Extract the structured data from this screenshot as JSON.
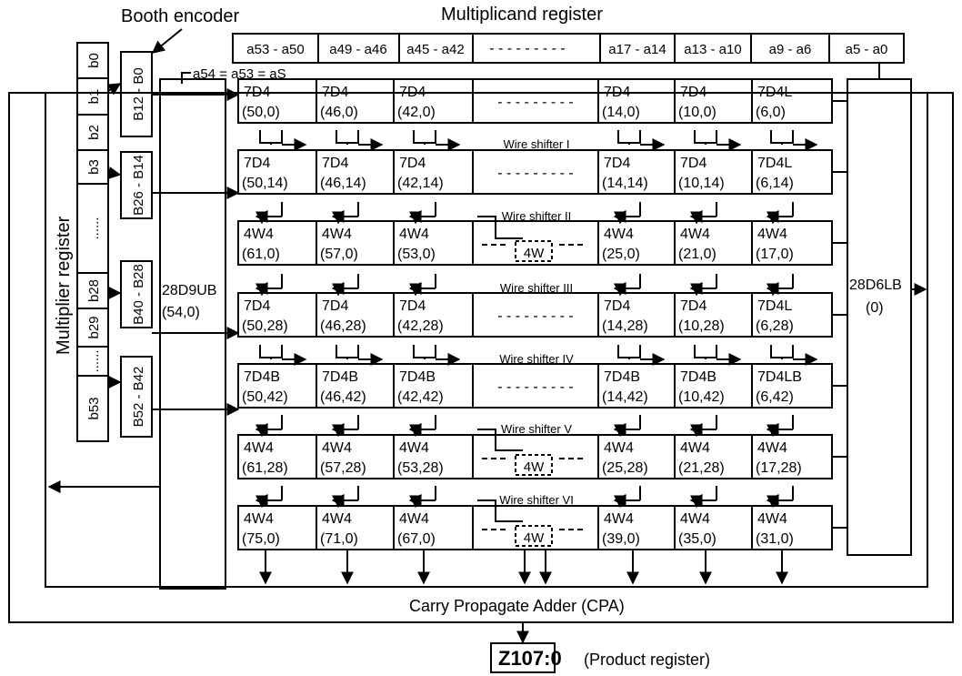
{
  "labels": {
    "booth_encoder": "Booth encoder",
    "multiplicand_register": "Multiplicand register",
    "multiplier_register": "Multiplier register",
    "sign_ext": "a54 = a53 = aS",
    "left_block": [
      "28D9UB",
      "(54,0)"
    ],
    "right_block": [
      "28D6LB",
      "(0)"
    ],
    "cpa": "Carry Propagate Adder (CPA)",
    "product": "Z107:0",
    "product_note": "(Product register)",
    "dash_row": "- - - - - - - - -",
    "center_cell": "4W"
  },
  "multiplicand_cells": [
    "a53 - a50",
    "a49 - a46",
    "a45 - a42",
    "a17 - a14",
    "a13 - a10",
    "a9 - a6",
    "a5 - a0"
  ],
  "multiplier_cells": [
    "b0",
    "b1",
    "b2",
    "b3",
    "......",
    "b28",
    "b29",
    "......",
    "b53"
  ],
  "booth_cells": [
    "B12 - B0",
    "B26 - B14",
    "B40 - B28",
    "B52 - B42"
  ],
  "wire_shifters": [
    "Wire shifter I",
    "Wire shifter II",
    "Wire shifter III",
    "Wire shifter IV",
    "Wire shifter V",
    "Wire shifter VI"
  ],
  "rows": [
    {
      "left": [
        [
          "7D4",
          "(50,0)"
        ],
        [
          "7D4",
          "(46,0)"
        ],
        [
          "7D4",
          "(42,0)"
        ]
      ],
      "right": [
        [
          "7D4",
          "(14,0)"
        ],
        [
          "7D4",
          "(10,0)"
        ],
        [
          "7D4L",
          "(6,0)"
        ]
      ],
      "center": "dash"
    },
    {
      "left": [
        [
          "7D4",
          "(50,14)"
        ],
        [
          "7D4",
          "(46,14)"
        ],
        [
          "7D4",
          "(42,14)"
        ]
      ],
      "right": [
        [
          "7D4",
          "(14,14)"
        ],
        [
          "7D4",
          "(10,14)"
        ],
        [
          "7D4L",
          "(6,14)"
        ]
      ],
      "center": "dash"
    },
    {
      "left": [
        [
          "4W4",
          "(61,0)"
        ],
        [
          "4W4",
          "(57,0)"
        ],
        [
          "4W4",
          "(53,0)"
        ]
      ],
      "right": [
        [
          "4W4",
          "(25,0)"
        ],
        [
          "4W4",
          "(21,0)"
        ],
        [
          "4W4",
          "(17,0)"
        ]
      ],
      "center": "4w"
    },
    {
      "left": [
        [
          "7D4",
          "(50,28)"
        ],
        [
          "7D4",
          "(46,28)"
        ],
        [
          "7D4",
          "(42,28)"
        ]
      ],
      "right": [
        [
          "7D4",
          "(14,28)"
        ],
        [
          "7D4",
          "(10,28)"
        ],
        [
          "7D4L",
          "(6,28)"
        ]
      ],
      "center": "dash"
    },
    {
      "left": [
        [
          "7D4B",
          "(50,42)"
        ],
        [
          "7D4B",
          "(46,42)"
        ],
        [
          "7D4B",
          "(42,42)"
        ]
      ],
      "right": [
        [
          "7D4B",
          "(14,42)"
        ],
        [
          "7D4B",
          "(10,42)"
        ],
        [
          "7D4LB",
          "(6,42)"
        ]
      ],
      "center": "dash"
    },
    {
      "left": [
        [
          "4W4",
          "(61,28)"
        ],
        [
          "4W4",
          "(57,28)"
        ],
        [
          "4W4",
          "(53,28)"
        ]
      ],
      "right": [
        [
          "4W4",
          "(25,28)"
        ],
        [
          "4W4",
          "(21,28)"
        ],
        [
          "4W4",
          "(17,28)"
        ]
      ],
      "center": "4w"
    },
    {
      "left": [
        [
          "4W4",
          "(75,0)"
        ],
        [
          "4W4",
          "(71,0)"
        ],
        [
          "4W4",
          "(67,0)"
        ]
      ],
      "right": [
        [
          "4W4",
          "(39,0)"
        ],
        [
          "4W4",
          "(35,0)"
        ],
        [
          "4W4",
          "(31,0)"
        ]
      ],
      "center": "4w"
    }
  ]
}
